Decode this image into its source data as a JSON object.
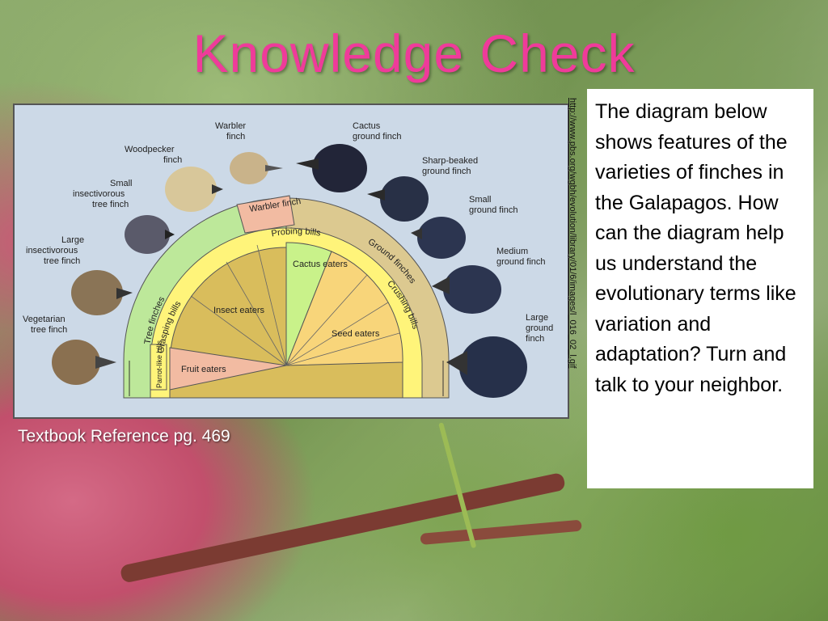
{
  "title": "Knowledge Check",
  "diagram": {
    "bill_types": {
      "probing": "Probing bills",
      "grasping": "Grasping bills",
      "parrot": "Parrot-like bills",
      "crushing": "Crushing bills"
    },
    "groups": {
      "tree": "Tree finches",
      "ground": "Ground finches",
      "warbler": "Warbler finch"
    },
    "diets": {
      "insect": "Insect eaters",
      "fruit": "Fruit eaters",
      "cactus": "Cactus eaters",
      "seed": "Seed eaters"
    },
    "finches_left": [
      "Warbler finch",
      "Woodpecker finch",
      "Small insectivorous tree finch",
      "Large insectivorous tree finch",
      "Vegetarian tree finch"
    ],
    "finches_right": [
      "Cactus ground finch",
      "Sharp-beaked ground finch",
      "Small ground finch",
      "Medium ground finch",
      "Large ground finch"
    ]
  },
  "source_url": "http://www.pbs.org/wgbh/evolution/library/01/6/images/l_016_02_l.gif",
  "question": "The diagram below shows features of the varieties of finches in the Galapagos. How can the diagram help us understand the evolutionary terms like variation and adaptation? Turn and talk to your neighbor.",
  "reference": "Textbook Reference pg. 469",
  "colors": {
    "title": "#ef3b9a",
    "tree_band": "#bde89a",
    "ground_band": "#dcc990",
    "bill_band": "#fff47a",
    "insect": "#d9bd5c",
    "fruit": "#f2bba2",
    "cactus": "#c9f28a",
    "seed": "#f8d57a"
  }
}
